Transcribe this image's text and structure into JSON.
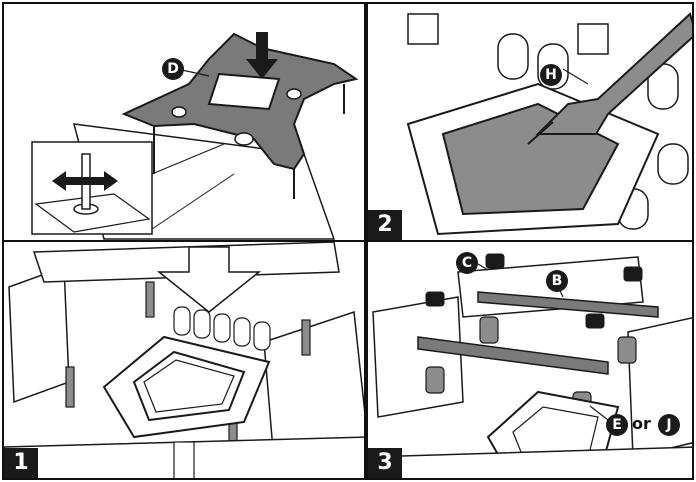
{
  "panels": {
    "top_left": {
      "callouts": {
        "d": "D"
      }
    },
    "top_right": {
      "step": "2",
      "callouts": {
        "h": "H"
      }
    },
    "bottom_left": {
      "step": "1"
    },
    "bottom_right": {
      "step": "3",
      "callouts": {
        "c": "C",
        "b": "B",
        "e": "E",
        "j": "J"
      },
      "or_word": "or"
    }
  },
  "colors": {
    "line": "#1a1a1a",
    "paste": "#8c8c8c",
    "bracket": "#7a7a7a",
    "board": "#ffffff"
  }
}
